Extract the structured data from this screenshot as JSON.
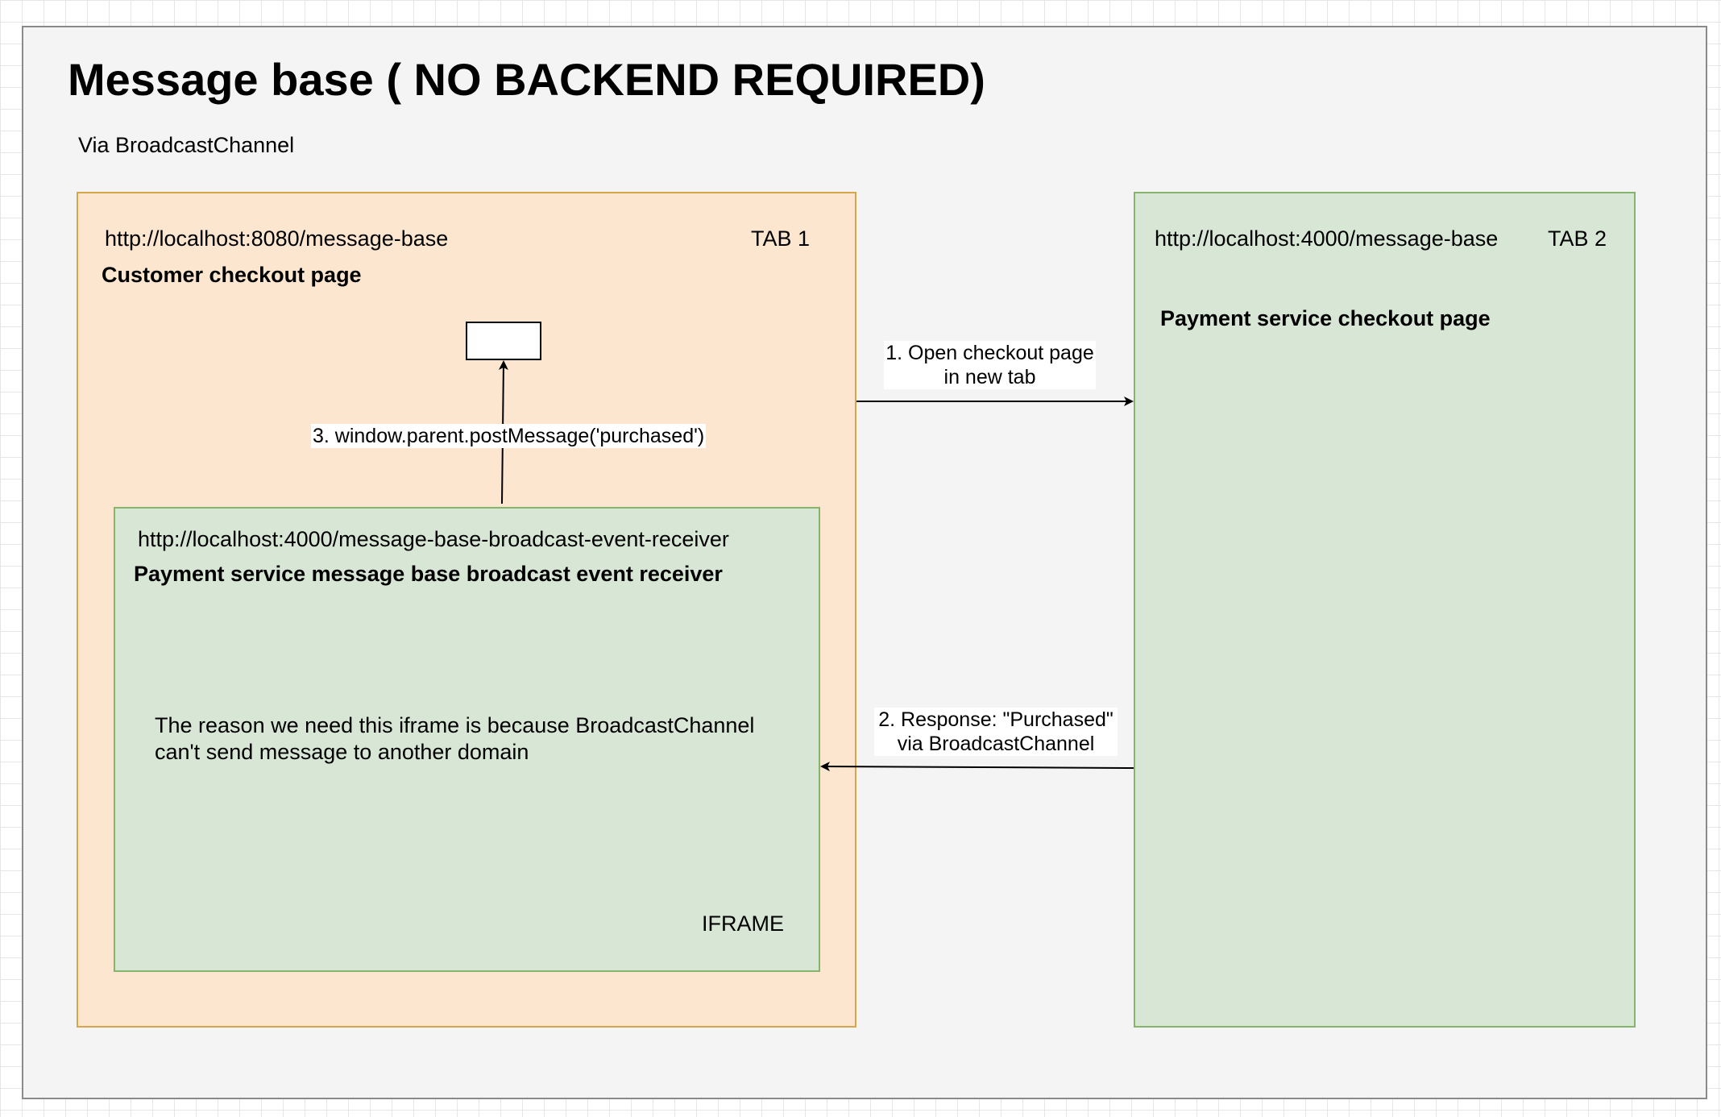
{
  "title": "Message base ( NO BACKEND REQUIRED)",
  "subtitle": "Via BroadcastChannel",
  "tab1": {
    "url": "http://localhost:8080/message-base",
    "tab_label": "TAB 1",
    "page_name": "Customer checkout page"
  },
  "tab2": {
    "url": "http://localhost:4000/message-base",
    "tab_label": "TAB 2",
    "page_name": "Payment service checkout page"
  },
  "iframe": {
    "url": "http://localhost:4000/message-base-broadcast-event-receiver",
    "name": "Payment service message base broadcast event receiver",
    "note_line1": "The reason we need this iframe is because BroadcastChannel",
    "note_line2": "can't send message to another domain",
    "label": "IFRAME"
  },
  "edges": {
    "step1_line1": "1. Open checkout page",
    "step1_line2": "in new tab",
    "step2_line1": "2. Response: \"Purchased\"",
    "step2_line2": "via BroadcastChannel",
    "step3": "3. window.parent.postMessage('purchased')"
  }
}
